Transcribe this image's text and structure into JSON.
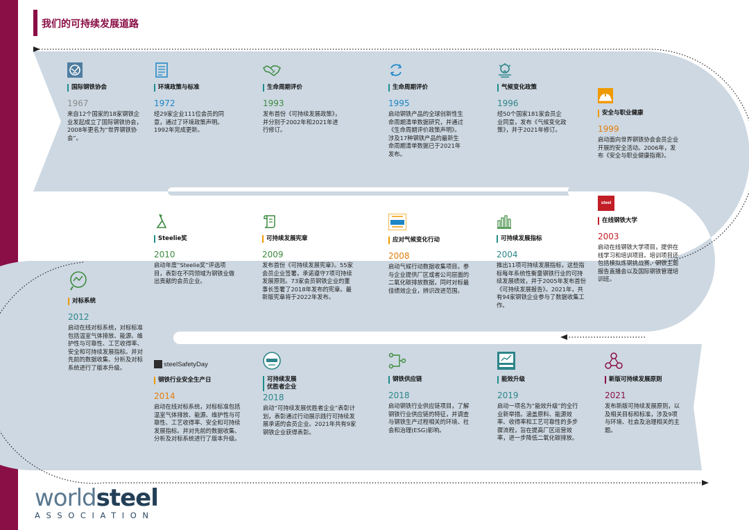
{
  "page_title": "我们的可持续发展道路",
  "logo": {
    "part1": "world",
    "part2": "steel",
    "sub": "ASSOCIATION"
  },
  "colors": {
    "brand": "#8a0f46",
    "band": "#cdd8e2",
    "accent_bar": "#f09a00"
  },
  "milestones": [
    {
      "icon": "worldsteel-globe-icon",
      "label": "国际钢铁协会",
      "year": "1967",
      "desc": "来自12个国家的18家钢铁企业发起成立了国际钢铁协会，2008年更名为“世界钢铁协会”。"
    },
    {
      "icon": "document-icon",
      "label": "环境政策与标准",
      "year": "1972",
      "desc": "经29家企业111位会员的同意，通过了环境政策声明。1992年完成更新。"
    },
    {
      "icon": "handshake-icon",
      "label": "生命周期评价",
      "year": "1993",
      "desc": "发布首份《可持续发展政策》，并分别于2002年和2021年进行修订。"
    },
    {
      "icon": "recycle-icon",
      "label": "生命周期评价",
      "year": "1995",
      "desc": "启动钢铁产品的全球创新性生命周期清单数据研究，并通过《生命周期评价政策声明》。涉及17种钢铁产品的最新生命周期清单数据已于2021年发布。"
    },
    {
      "icon": "climate-icon",
      "label": "气候变化政策",
      "year": "1996",
      "desc": "经50个国家181家会员企业同意，发布《气候变化政策》，并于2021年修订。"
    },
    {
      "icon": "safety-helmet-icon",
      "label": "安全与职业健康",
      "year": "1999",
      "desc": "启动面向世界钢铁协会会员企业开展的安全活动。2006年，发布《安全与职业健康指南》。"
    },
    {
      "icon": "steelie-trophy-icon",
      "label": "Steelie奖",
      "year": "2010",
      "desc": "启动年度“Steelie奖”评选项目，表彰在不同领域为钢铁业做出贡献的会员企业。"
    },
    {
      "icon": "charter-scroll-icon",
      "label": "可持续发展宪章",
      "year": "2009",
      "desc": "发布首份《可持续发展宪章》。55家会员企业签署，承诺遵守7项可持续发展原则。73家会员钢铁企业的董事长签署了2018年发布的宪章。最新版宪章将于2022年发布。"
    },
    {
      "icon": "climate-action-badge-icon",
      "label": "应对气候变化行动",
      "year": "2008",
      "desc": "启动气候行动数据收集项目。参与企业提供厂区或者公司层面的二氧化碳排放数据，同时对标最佳绩效企业，辨识改进范围。"
    },
    {
      "icon": "indicators-chart-icon",
      "label": "可持续发展指标",
      "year": "2004",
      "desc": "推出11项可持续发展指标，这些指标每年系统性衡量钢铁行业的可持续发展绩效，并于2005年发布首份《可持续发展报告》。2021年，共有94家钢铁企业参与了数据收集工作。"
    },
    {
      "icon": "steeluniversity-icon",
      "label": "在线钢铁大学",
      "year": "2003",
      "desc": "启动在线钢铁大学项目，提供在线学习和培训项目。培训项目还包括模拟炼钢挑战赛、钢铁主题报告直播会以及国际钢铁管理培训班。",
      "icon_text": "steel"
    },
    {
      "icon": "benchmark-chart-icon",
      "label": "对标系统",
      "year": "2012",
      "desc": "启动在线对标系统，对标标准包括温室气体排放、能源、维护性与可靠性、工艺收得率、安全和可持续发展指标。并对先前的数据收集、分析及对标系统进行了版本升级。"
    },
    {
      "icon": "steelsafetyday-icon",
      "label": "钢铁行业安全生产日",
      "year": "2014",
      "desc": "启动在线对标系统，对标标准包括温室气体排放、能源、维护性与可靠性、工艺收得率、安全和可持续发展指标。并对先前的数据收集、分析及对标系统进行了版本升级。",
      "icon_text": "steelSafetyDay"
    },
    {
      "icon": "champion-badge-icon",
      "label": "可持续发展\n优胜者企业",
      "year": "2018",
      "desc": "启动“可持续发展优胜者企业”表彰计划，表彰通过行动展示践行可持续发展承诺的会员企业。2021年共有9家钢铁企业获得表彰。"
    },
    {
      "icon": "supply-chain-icon",
      "label": "钢铁供应链",
      "year": "2018",
      "desc": "启动钢铁行业供应链项目，了解钢铁行业供应链的特征，并调查与钢铁生产过程相关的环境、社会和治理(ESG)影响。"
    },
    {
      "icon": "step-up-badge-icon",
      "label": "能效升级",
      "year": "2019",
      "desc": "启动一项名为“能效升级”的全行业新举措。涵盖原料、能源效率、收得率和工艺可靠性的多步骤流程，旨在提高厂区运营效率，进一步降低二氧化碳排放。"
    },
    {
      "icon": "principles-network-icon",
      "label": "新版可持续发展原则",
      "year": "2021",
      "desc": "发布新版可持续发展原则，以及相关目标和标准，涉及9项与环境、社会及治理相关的主题。"
    }
  ]
}
